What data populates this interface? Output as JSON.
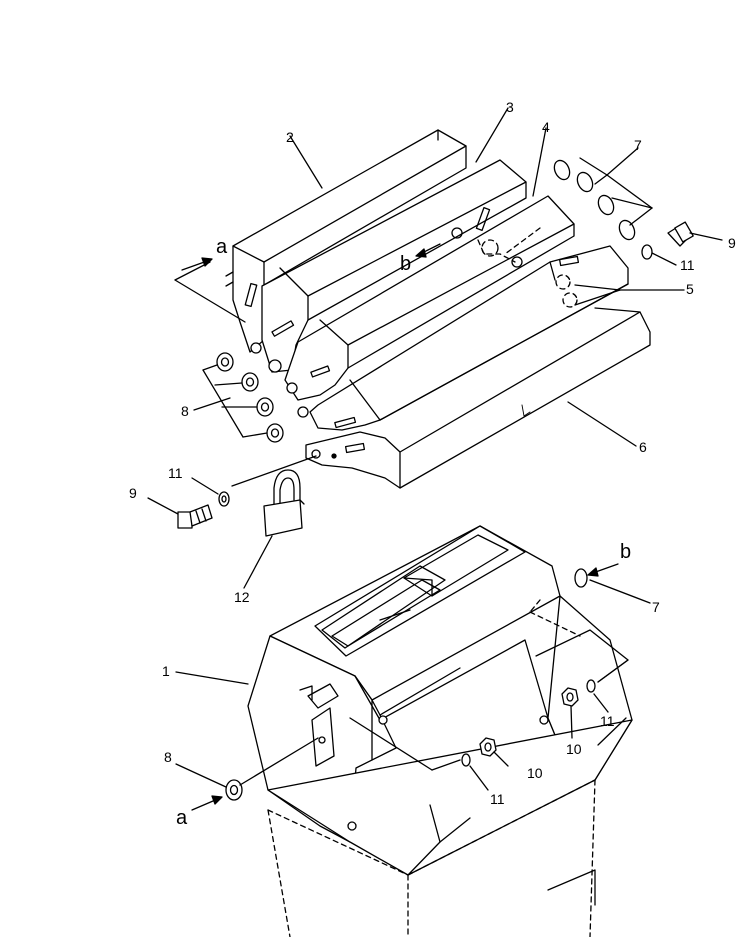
{
  "callouts": {
    "c1": "1",
    "c2": "2",
    "c3": "3",
    "c4": "4",
    "c5": "5",
    "c6": "6",
    "c7_top": "7",
    "c7_side": "7",
    "c8_left": "8",
    "c8_bottom": "8",
    "c9_right": "9",
    "c9_left": "9",
    "c10_a": "10",
    "c10_b": "10",
    "c11_top": "11",
    "c11_left": "11",
    "c11_mid": "11",
    "c11_right": "11",
    "c12": "12"
  },
  "markers": {
    "a_top": "a",
    "a_bottom": "a",
    "b_top": "b",
    "b_right": "b"
  }
}
